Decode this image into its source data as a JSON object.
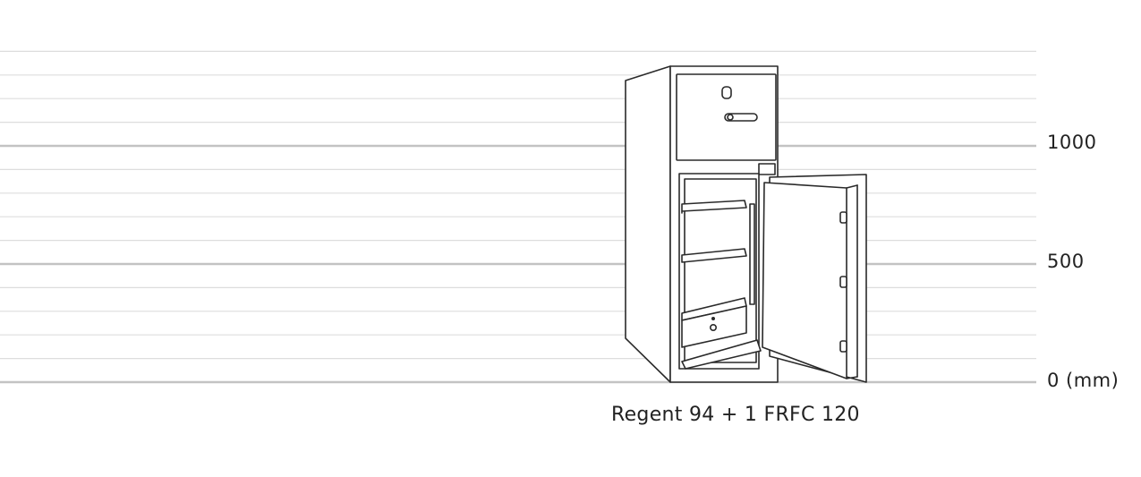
{
  "scale": {
    "unit": "mm",
    "ticks": [
      {
        "value": 1000,
        "label": "1000"
      },
      {
        "value": 500,
        "label": "500"
      },
      {
        "value": 0,
        "label": "0 (mm)"
      }
    ],
    "minor_step": 100,
    "max": 1400
  },
  "product": {
    "caption": "Regent 94 + 1 FRFC 120"
  },
  "colors": {
    "major_line": "#c3c3c3",
    "minor_line": "#dddddd",
    "outline": "#2a2a2a"
  }
}
